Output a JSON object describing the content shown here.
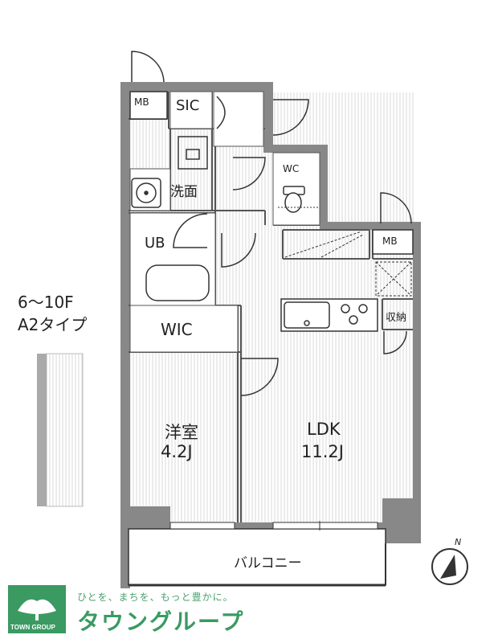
{
  "floor_info": {
    "floors": "6～10F",
    "type": "A2タイプ"
  },
  "rooms": {
    "mb_top": "MB",
    "sic": "SIC",
    "wc": "WC",
    "washroom": "洗面",
    "ub": "UB",
    "mb_right": "MB",
    "storage": "収納",
    "wic": "WIC",
    "western_room_name": "洋室",
    "western_room_size": "4.2J",
    "ldk_name": "LDK",
    "ldk_size": "11.2J",
    "balcony": "バルコニー"
  },
  "compass": {
    "label": "N"
  },
  "brand": {
    "tagline": "ひとを、まちを、もっと豊かに。",
    "name": "タウングループ",
    "logo_text": "TOWN GROUP"
  },
  "colors": {
    "wall": "#888888",
    "brand_green": "#3a9a62",
    "line": "#333333"
  }
}
